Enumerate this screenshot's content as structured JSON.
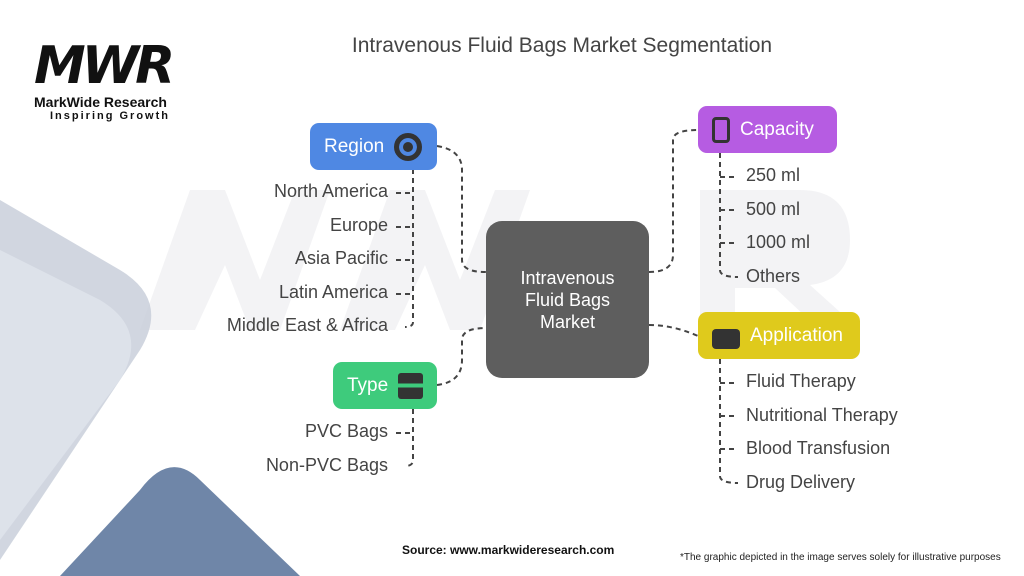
{
  "title": "Intravenous Fluid Bags Market Segmentation",
  "logo": {
    "mark": "MWR",
    "name": "MarkWide Research",
    "tagline": "Inspiring Growth"
  },
  "center": "Intravenous Fluid Bags Market",
  "segments": {
    "region": {
      "label": "Region",
      "icon": "globe-icon",
      "color": "#4f88e3",
      "items": [
        "North America",
        "Europe",
        "Asia Pacific",
        "Latin America",
        "Middle East & Africa"
      ]
    },
    "type": {
      "label": "Type",
      "icon": "bags-icon",
      "color": "#3ecb7c",
      "items": [
        "PVC Bags",
        "Non-PVC Bags"
      ]
    },
    "capacity": {
      "label": "Capacity",
      "icon": "iv-bag-icon",
      "color": "#b65ce2",
      "items": [
        "250 ml",
        "500 ml",
        "1000 ml",
        "Others"
      ]
    },
    "application": {
      "label": "Application",
      "icon": "medical-bag-icon",
      "color": "#dfca1c",
      "items": [
        "Fluid Therapy",
        "Nutritional Therapy",
        "Blood Transfusion",
        "Drug Delivery"
      ]
    }
  },
  "footer": {
    "source": "Source: www.markwideresearch.com",
    "note": "*The graphic depicted in the image serves solely for illustrative purposes"
  }
}
